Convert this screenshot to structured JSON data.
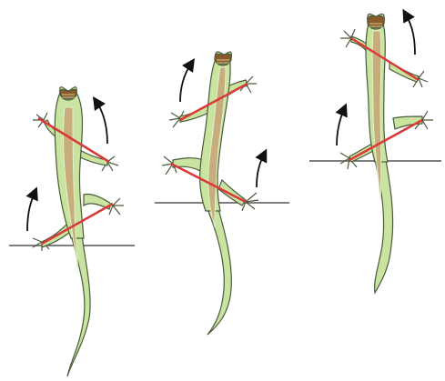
{
  "figure": {
    "panels": [
      {
        "id": "stride-1",
        "red_lines": 2,
        "arrows": 2
      },
      {
        "id": "stride-2",
        "red_lines": 2,
        "arrows": 2
      },
      {
        "id": "stride-3",
        "red_lines": 2,
        "arrows": 2
      }
    ],
    "colors": {
      "body_green": "#c9e3a0",
      "body_outline": "#4a5a3a",
      "stripe_tan": "#c7ac7c",
      "stripe_edge": "#e3f0c9",
      "head_brown": "#8a5a2b",
      "girdle_line": "#d93939",
      "arrow": "#111111",
      "ground": "#555555"
    }
  }
}
